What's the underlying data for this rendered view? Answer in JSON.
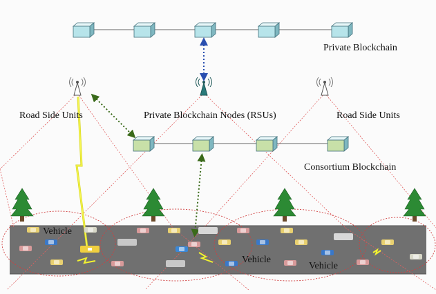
{
  "labels": {
    "private_blockchain": "Private Blockchain",
    "road_side_units_left": "Road Side Units",
    "private_nodes": "Private Blockchain Nodes (RSUs)",
    "road_side_units_right": "Road Side Units",
    "consortium_blockchain": "Consortium Blockchain",
    "vehicle_1": "Vehicle",
    "vehicle_2": "Vehicle",
    "vehicle_3": "Vehicle"
  },
  "colors": {
    "private_node": "#b7e4ea",
    "consortium_node": "#c8e0a8",
    "road": "#707070",
    "coverage_line": "#e06060",
    "lightning": "#f2f230",
    "arrow_blue": "#2a4fb0",
    "arrow_green": "#3a6a1a",
    "tree": "#2c8a34",
    "rsu_private": "#2a7a7a"
  },
  "icons": [
    "server-node-icon",
    "antenna-tower-icon",
    "tree-icon",
    "car-icon",
    "lightning-icon"
  ]
}
